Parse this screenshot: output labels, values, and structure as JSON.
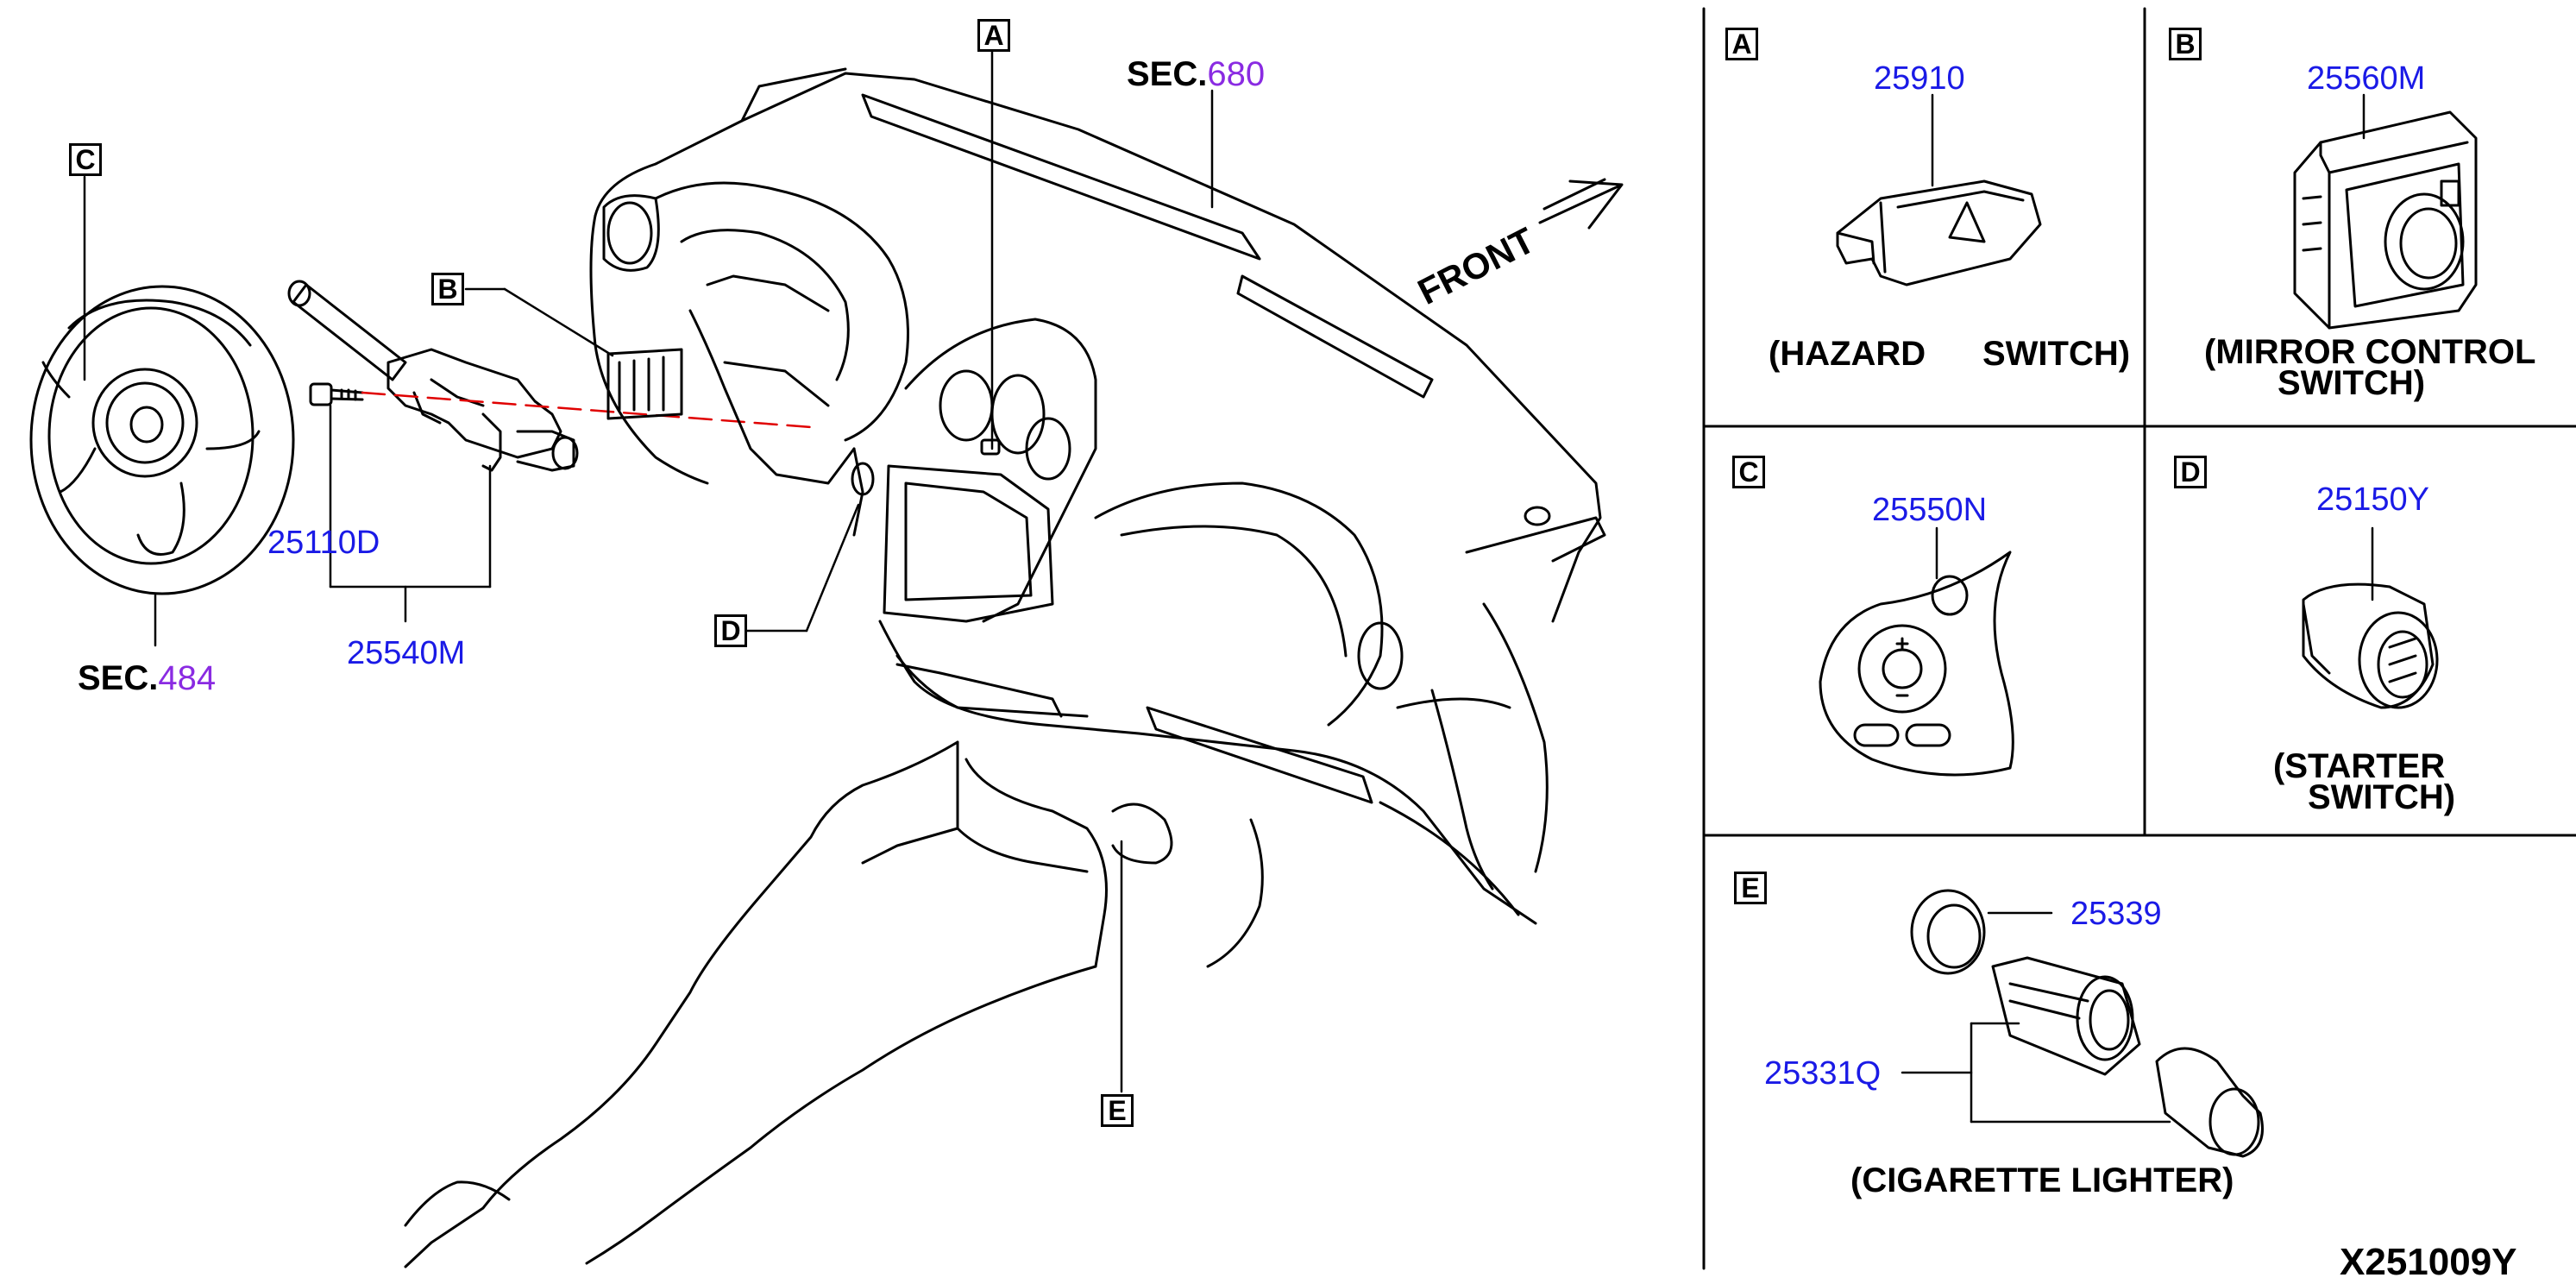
{
  "main_view": {
    "callouts": {
      "a": "A",
      "b": "B",
      "c": "C",
      "d": "D",
      "e": "E"
    },
    "sec_680": {
      "prefix": "SEC.",
      "number": "680"
    },
    "sec_484": {
      "prefix": "SEC.",
      "number": "484"
    },
    "parts": {
      "p25110d": "25110D",
      "p25540m": "25540M"
    },
    "front_label": "FRONT"
  },
  "panels": {
    "a": {
      "letter": "A",
      "part": "25910",
      "caption_open": "(HAZARD",
      "caption_close": "SWITCH)"
    },
    "b": {
      "letter": "B",
      "part": "25560M",
      "caption_line1": "(MIRROR CONTROL",
      "caption_line2": "SWITCH)"
    },
    "c": {
      "letter": "C",
      "part": "25550N"
    },
    "d": {
      "letter": "D",
      "part": "25150Y",
      "caption_line1": "(STARTER",
      "caption_line2": "SWITCH)"
    },
    "e": {
      "letter": "E",
      "part_ring": "25339",
      "part_lighter": "25331Q",
      "caption": "(CIGARETTE LIGHTER)"
    }
  },
  "diagram_code": "X251009Y",
  "colors": {
    "line": "#000000",
    "part_number": "#1a1ae6",
    "sec_number": "#8a2be2",
    "centerline": "#e00000"
  }
}
